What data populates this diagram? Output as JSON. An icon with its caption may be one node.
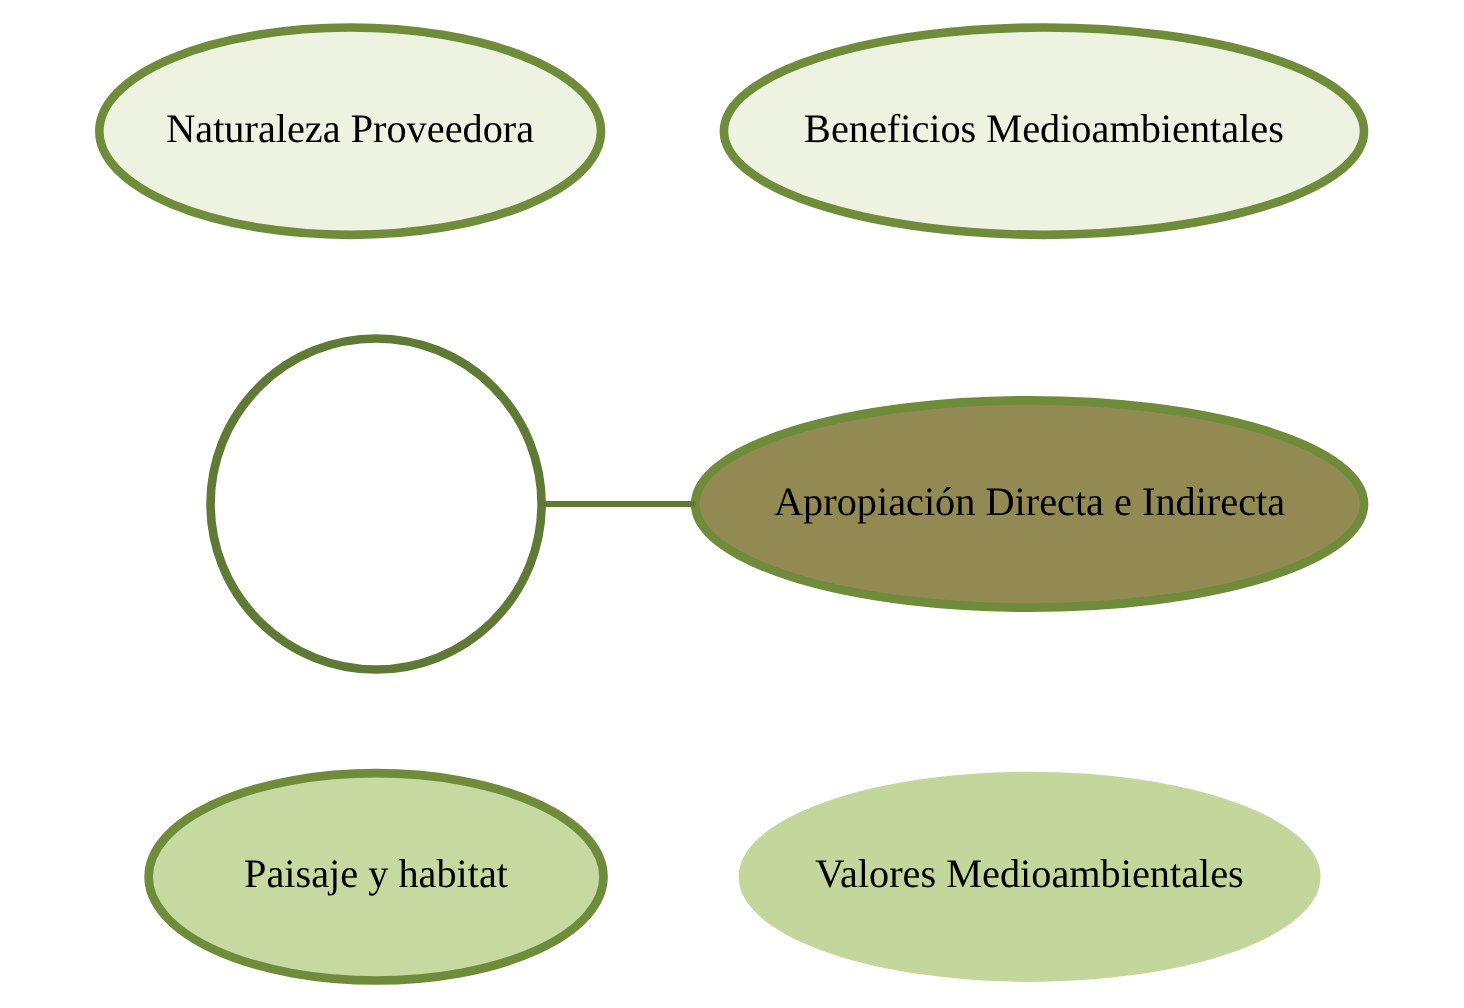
{
  "diagram": {
    "nodes": [
      {
        "text": [],
        "shape": "circle"
      },
      {
        "text": [
          "Naturaleza Proveedora"
        ]
      },
      {
        "text": [
          "Beneficios Medioambientales"
        ]
      },
      {
        "text": [
          "Apropiación Directa e Indirecta"
        ]
      },
      {
        "text": [
          "Paisaje y habitat"
        ]
      },
      {
        "text": [
          "Valores Medioambientales"
        ]
      }
    ],
    "edges": [
      {
        "from": 0,
        "to": 3,
        "arrow": "none"
      }
    ]
  }
}
